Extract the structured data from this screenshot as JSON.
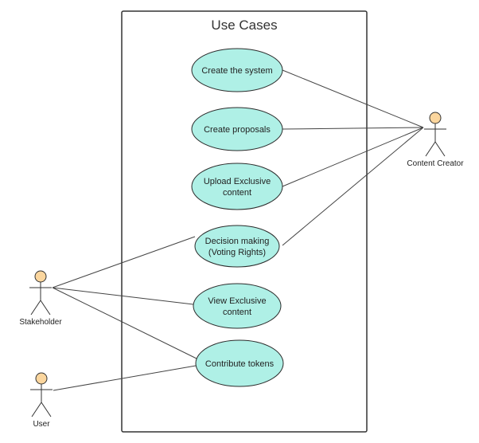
{
  "diagram": {
    "title": "Use Cases",
    "use_cases": [
      {
        "id": "uc1",
        "lines": [
          "Create the system"
        ]
      },
      {
        "id": "uc2",
        "lines": [
          "Create proposals"
        ]
      },
      {
        "id": "uc3",
        "lines": [
          "Upload Exclusive",
          "content"
        ]
      },
      {
        "id": "uc4",
        "lines": [
          "Decision making",
          "(Voting Rights)"
        ]
      },
      {
        "id": "uc5",
        "lines": [
          "View Exclusive",
          "content"
        ]
      },
      {
        "id": "uc6",
        "lines": [
          "Contribute tokens"
        ]
      }
    ],
    "actors": [
      {
        "id": "creator",
        "label": "Content Creator"
      },
      {
        "id": "stakeholder",
        "label": "Stakeholder"
      },
      {
        "id": "user",
        "label": "User"
      }
    ],
    "associations": [
      {
        "actor": "creator",
        "use_case": "uc1"
      },
      {
        "actor": "creator",
        "use_case": "uc2"
      },
      {
        "actor": "creator",
        "use_case": "uc3"
      },
      {
        "actor": "creator",
        "use_case": "uc4"
      },
      {
        "actor": "stakeholder",
        "use_case": "uc4"
      },
      {
        "actor": "stakeholder",
        "use_case": "uc5"
      },
      {
        "actor": "stakeholder",
        "use_case": "uc6"
      },
      {
        "actor": "user",
        "use_case": "uc6"
      }
    ],
    "colors": {
      "use_case_fill": "#aff0e6",
      "actor_head_fill": "#fbd69e",
      "line": "#444444",
      "boundary": "#333333"
    }
  }
}
